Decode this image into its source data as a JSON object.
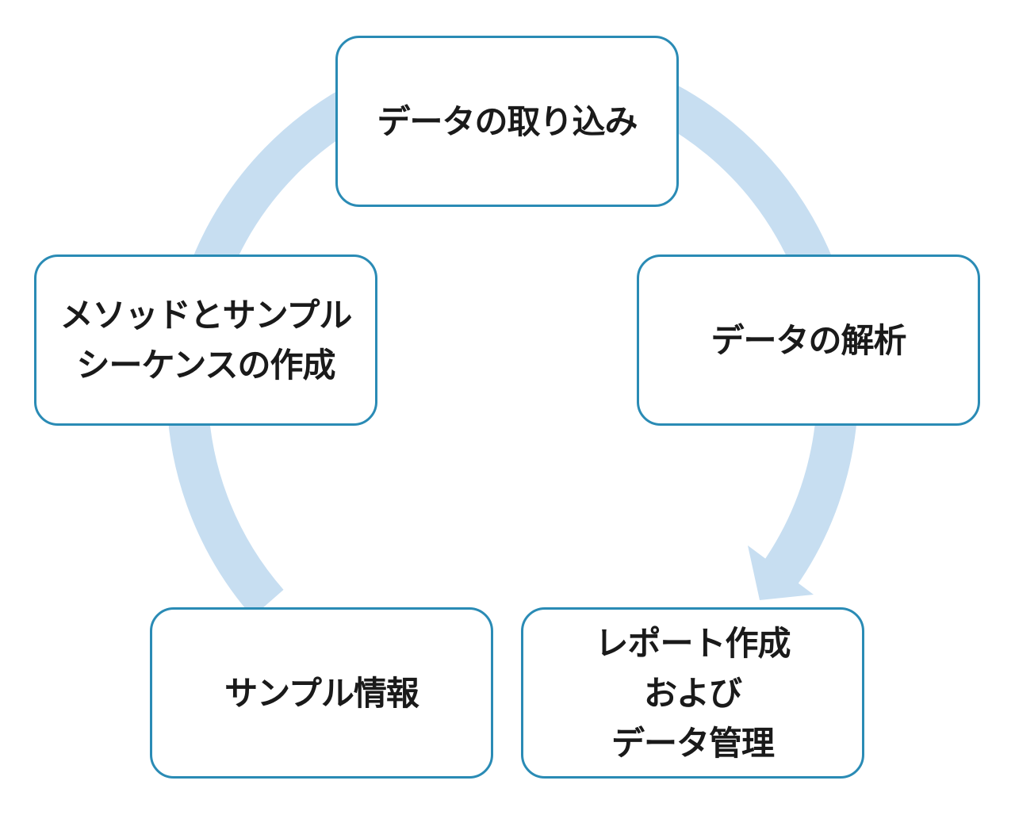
{
  "colors": {
    "ring": "#c7def1",
    "box_border": "#2a8bb5",
    "text": "#1a1a1a"
  },
  "steps": [
    {
      "id": "import",
      "label": "データの取り込み"
    },
    {
      "id": "analysis",
      "label": "データの解析"
    },
    {
      "id": "report",
      "label": "レポート作成\nおよび\nデータ管理"
    },
    {
      "id": "sample",
      "label": "サンプル情報"
    },
    {
      "id": "method",
      "label": "メソッドとサンプル\nシーケンスの作成"
    }
  ]
}
